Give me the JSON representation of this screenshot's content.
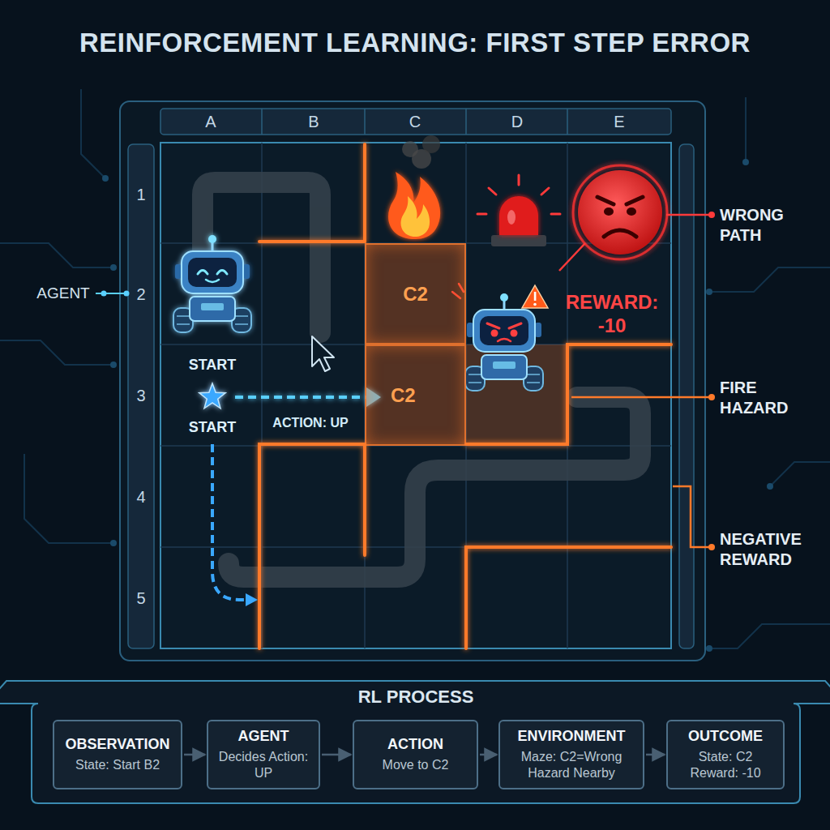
{
  "diagram": {
    "title": "REINFORCEMENT LEARNING: FIRST STEP ERROR",
    "nodes": [
      {
        "text": [
          "C2"
        ]
      },
      {
        "text": [
          "C2"
        ]
      },
      {
        "text": [
          "RL PROCESS"
        ]
      },
      {
        "text": [
          "OBSERVATION",
          "State: Start B2"
        ],
        "in": 2
      },
      {
        "text": [
          "AGENT",
          "Decides Action: UP"
        ],
        "in": 2
      },
      {
        "text": [
          "ACTION",
          "Move to C2"
        ],
        "in": 2
      },
      {
        "text": [
          "ENVIRONMENT",
          "Maze: C2=Wrong Hazard Nearby"
        ],
        "in": 2
      },
      {
        "text": [
          "OUTCOME",
          "State: C2 Reward: -10"
        ],
        "in": 2
      }
    ],
    "edges": [
      {
        "from": 3,
        "to": 4,
        "arrow": "to"
      },
      {
        "from": 4,
        "to": 5,
        "arrow": "to"
      },
      {
        "from": 5,
        "to": 6,
        "arrow": "to"
      },
      {
        "from": 6,
        "to": 7,
        "arrow": "to"
      }
    ],
    "labels": [
      "A",
      "B",
      "C",
      "D",
      "E",
      "1",
      "2",
      "3",
      "4",
      "5",
      "AGENT",
      "START",
      "START",
      "ACTION: UP",
      "REWARD: -10",
      "WRONG PATH",
      "FIRE HAZARD",
      "NEGATIVE REWARD"
    ]
  }
}
